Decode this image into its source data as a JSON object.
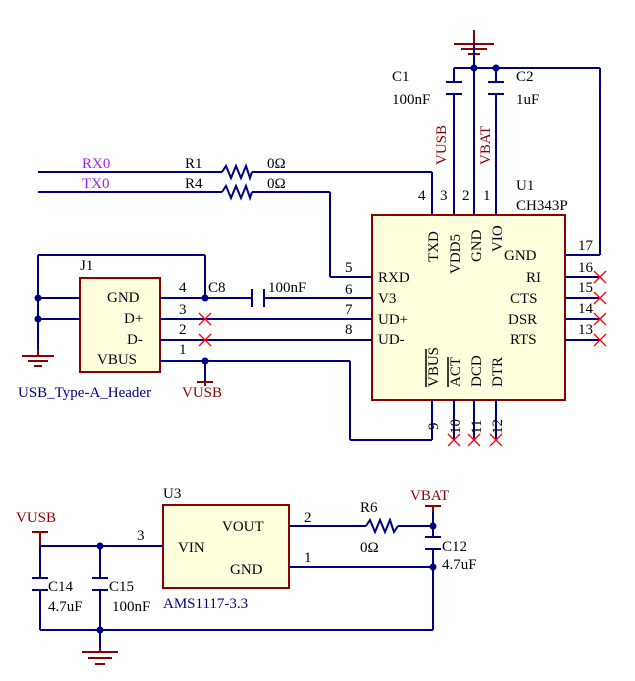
{
  "u1": {
    "ref": "U1",
    "part": "CH343P",
    "left_pins": [
      {
        "num": "5",
        "name": "RXD"
      },
      {
        "num": "6",
        "name": "V3"
      },
      {
        "num": "7",
        "name": "UD+"
      },
      {
        "num": "8",
        "name": "UD-"
      }
    ],
    "top_pins": [
      {
        "num": "4",
        "name": "TXD"
      },
      {
        "num": "3",
        "name": "VDD5"
      },
      {
        "num": "2",
        "name": "GND"
      },
      {
        "num": "1",
        "name": "VIO"
      }
    ],
    "right_pins": [
      {
        "num": "17",
        "name": "GND"
      },
      {
        "num": "16",
        "name": "RI"
      },
      {
        "num": "15",
        "name": "CTS"
      },
      {
        "num": "14",
        "name": "DSR"
      },
      {
        "num": "13",
        "name": "RTS"
      }
    ],
    "bottom_pins": [
      {
        "num": "9",
        "name": "VBUS"
      },
      {
        "num": "10",
        "name": "ACT"
      },
      {
        "num": "11",
        "name": "DCD"
      },
      {
        "num": "12",
        "name": "DTR"
      }
    ]
  },
  "j1": {
    "ref": "J1",
    "part": "USB_Type-A_Header",
    "pins": [
      {
        "num": "4",
        "name": "GND"
      },
      {
        "num": "3",
        "name": "D+"
      },
      {
        "num": "2",
        "name": "D-"
      },
      {
        "num": "1",
        "name": "VBUS"
      }
    ]
  },
  "u3": {
    "ref": "U3",
    "part": "AMS1117-3.3",
    "pins": [
      {
        "num": "3",
        "name": "VIN"
      },
      {
        "num": "2",
        "name": "VOUT"
      },
      {
        "num": "1",
        "name": "GND"
      }
    ]
  },
  "resistors": {
    "r1": {
      "ref": "R1",
      "value": "0Ω"
    },
    "r4": {
      "ref": "R4",
      "value": "0Ω"
    },
    "r6": {
      "ref": "R6",
      "value": "0Ω"
    }
  },
  "capacitors": {
    "c1": {
      "ref": "C1",
      "value": "100nF"
    },
    "c2": {
      "ref": "C2",
      "value": "1uF"
    },
    "c8": {
      "ref": "C8",
      "value": "100nF"
    },
    "c12": {
      "ref": "C12",
      "value": "4.7uF"
    },
    "c14": {
      "ref": "C14",
      "value": "4.7uF"
    },
    "c15": {
      "ref": "C15",
      "value": "100nF"
    }
  },
  "nets": {
    "rx0": "RX0",
    "tx0": "TX0",
    "vusb": "VUSB",
    "vbat": "VBAT"
  }
}
